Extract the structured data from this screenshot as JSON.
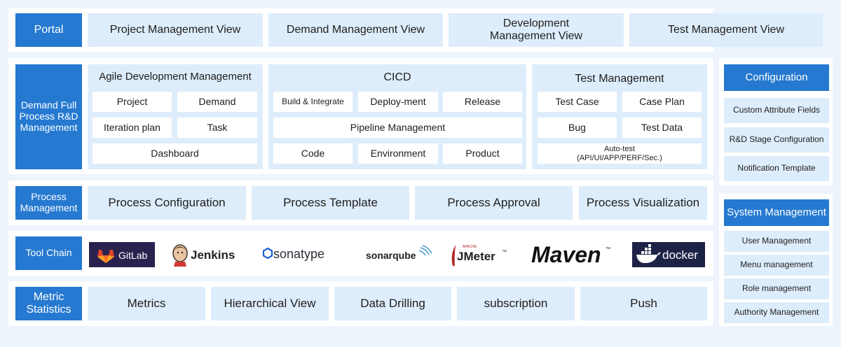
{
  "portal": {
    "label": "Portal",
    "views": [
      "Project Management View",
      "Demand Management View",
      "Development\nManagement View",
      "Test Management View"
    ]
  },
  "demand": {
    "label": "Demand Full\nProcess R&D\nManagement",
    "agile": {
      "title": "Agile Development Management",
      "items": [
        "Project",
        "Demand",
        "Iteration plan",
        "Task",
        "Dashboard"
      ]
    },
    "cicd": {
      "title": "CICD",
      "items": [
        "Build & Integrate",
        "Deploy-ment",
        "Release",
        "Pipeline Management",
        "Code",
        "Environment",
        "Product"
      ]
    },
    "test": {
      "title": "Test Management",
      "items": [
        "Test Case",
        "Case Plan",
        "Bug",
        "Test Data",
        "Auto-test\n(API/UI/APP/PERF/Sec.)"
      ]
    }
  },
  "process": {
    "label": "Process\nManagement",
    "items": [
      "Process Configuration",
      "Process Template",
      "Process Approval",
      "Process Visualization"
    ]
  },
  "toolchain": {
    "label": "Tool Chain",
    "logos": {
      "gitlab": "GitLab",
      "jenkins": "Jenkins",
      "sonatype": "sonatype",
      "sonarqube": "sonarqube",
      "jmeter_apache": "APACHE",
      "jmeter": "JMeter",
      "jmeter_tm": "™",
      "maven": "Maven",
      "maven_tm": "™",
      "docker": "docker"
    }
  },
  "metric": {
    "label": "Metric\nStatistics",
    "items": [
      "Metrics",
      "Hierarchical View",
      "Data Drilling",
      "subscription",
      "Push"
    ]
  },
  "configuration": {
    "title": "Configuration",
    "items": [
      "Custom Attribute Fields",
      "R&D Stage Configuration",
      "Notification Template"
    ]
  },
  "system": {
    "title": "System Management",
    "items": [
      "User Management",
      "Menu management",
      "Role management",
      "Authority Management"
    ]
  },
  "colors": {
    "background": "#edf4fc",
    "primary_blue": "#2679d0",
    "light_blue": "#deedfb",
    "gitlab_bg": "#29224f",
    "gitlab_orange": "#e2432a",
    "docker_bg": "#1d2247",
    "jmeter_red": "#b12a27"
  }
}
